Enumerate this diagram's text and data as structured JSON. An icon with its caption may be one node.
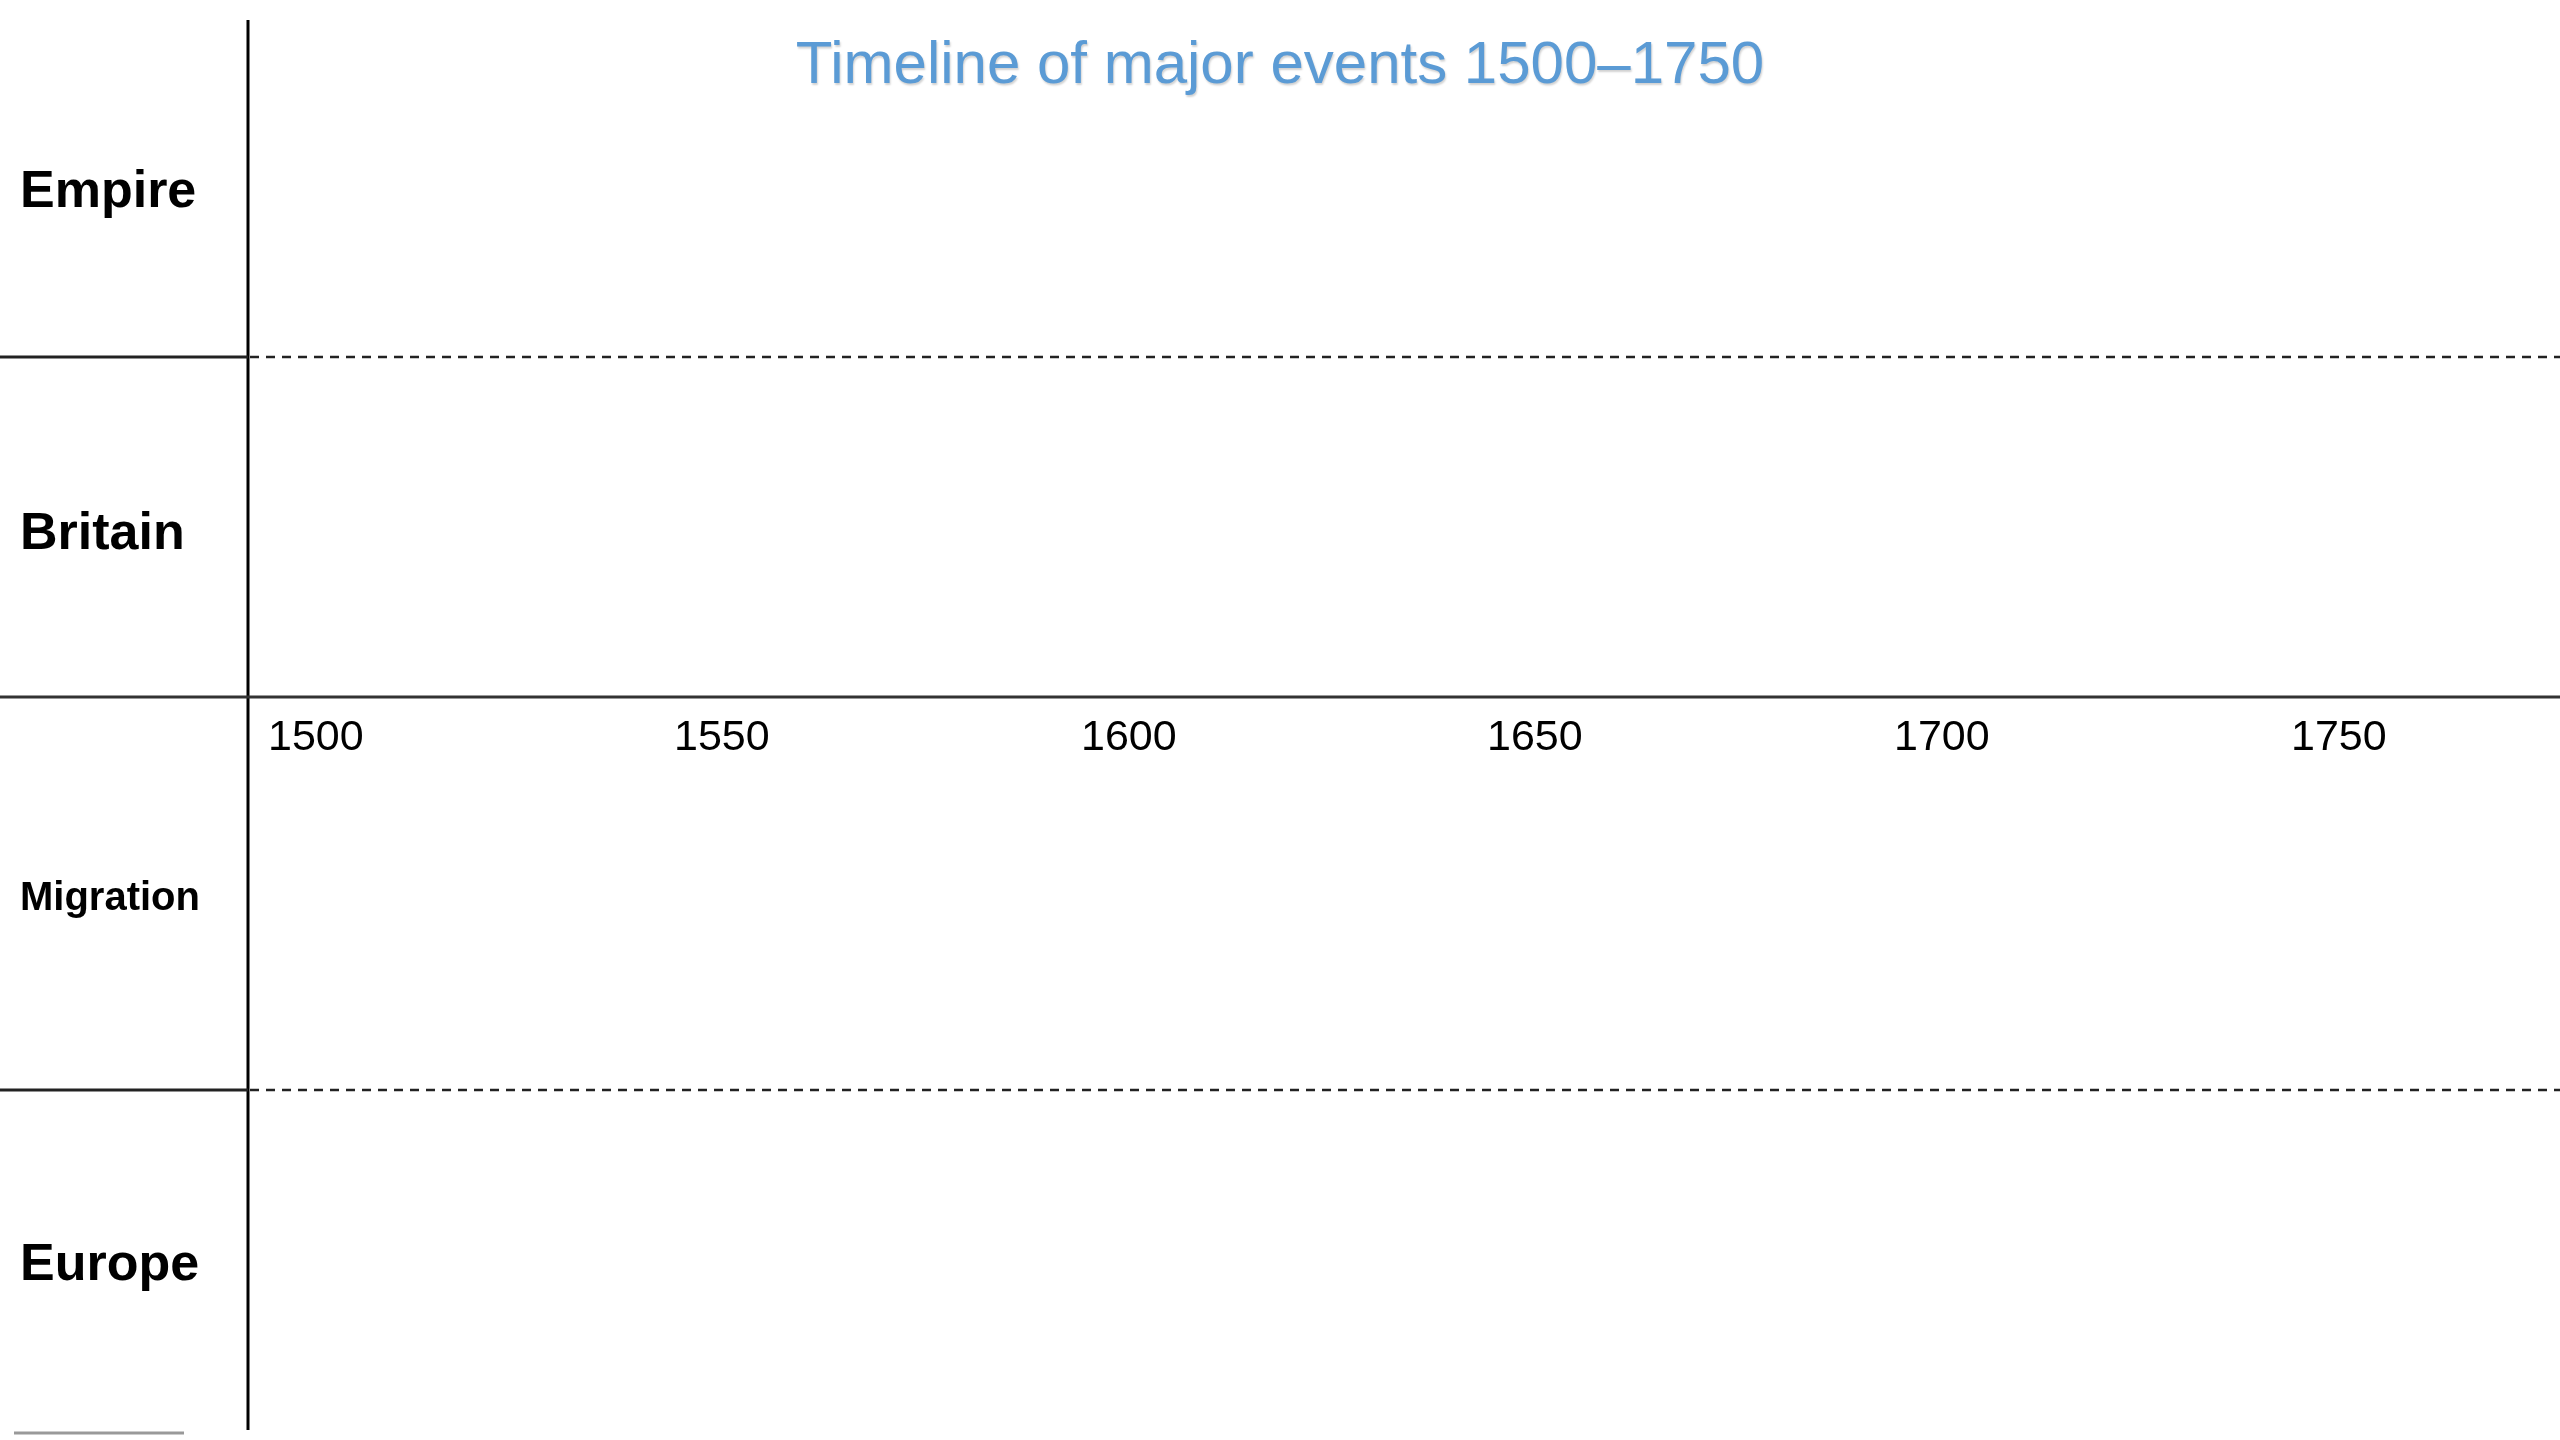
{
  "diagram": {
    "title": "Timeline of major events 1500–1750",
    "labels": [
      "Empire",
      "Britain",
      "1500",
      "1550",
      "1600",
      "1650",
      "1700",
      "1750",
      "Migration",
      "Europe"
    ]
  }
}
